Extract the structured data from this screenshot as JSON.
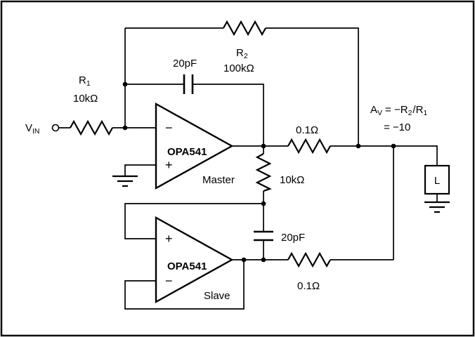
{
  "colors": {
    "background": "#ffffff",
    "ink": "#000000"
  },
  "input": {
    "source": "V",
    "source_sub": "IN",
    "r1_name": "R",
    "r1_name_sub": "1",
    "r1_value": "10kΩ"
  },
  "feedback": {
    "r2_name": "R",
    "r2_name_sub": "2",
    "r2_value": "100kΩ",
    "cap_value": "20pF"
  },
  "master": {
    "part": "OPA541",
    "role": "Master",
    "inverting_sign": "−",
    "noninverting_sign": "+",
    "sense_value": "0.1Ω"
  },
  "interstage": {
    "share_resistor_value": "10kΩ",
    "cap_value": "20pF"
  },
  "slave": {
    "part": "OPA541",
    "role": "Slave",
    "inverting_sign": "−",
    "noninverting_sign": "+",
    "sense_value": "0.1Ω"
  },
  "gain": {
    "symbol": "A",
    "symbol_sub": "V",
    "expression": "= −R",
    "r2_sub": "2",
    "divide": "/R",
    "r1_sub": "1",
    "result": "= −10"
  },
  "load": {
    "label": "L"
  }
}
